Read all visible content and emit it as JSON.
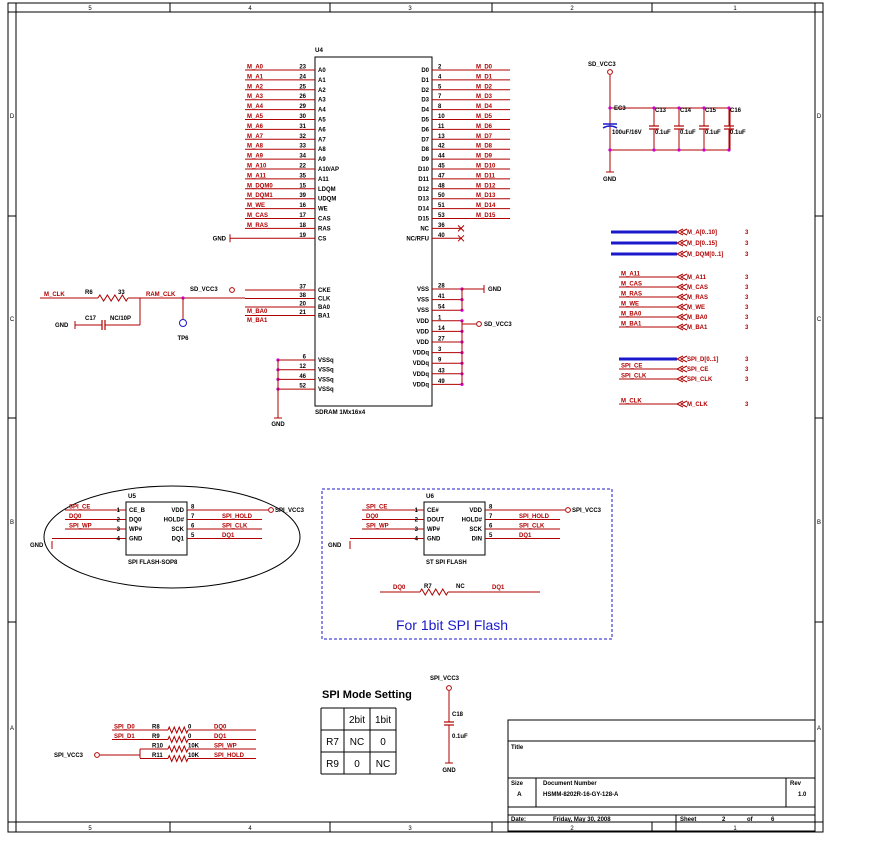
{
  "border": {
    "cols_top": [
      "5",
      "4",
      "3",
      "2",
      "1"
    ],
    "cols_bottom": [
      "5",
      "4",
      "3",
      "2",
      "1"
    ],
    "rows_left": [
      "D",
      "C",
      "B",
      "A"
    ],
    "rows_right": [
      "D",
      "C",
      "B",
      "A"
    ]
  },
  "u4": {
    "ref": "U4",
    "part": "SDRAM 1Mx16x4",
    "left_pins": [
      {
        "net": "M_A0",
        "num": "23",
        "name": "A0"
      },
      {
        "net": "M_A1",
        "num": "24",
        "name": "A1"
      },
      {
        "net": "M_A2",
        "num": "25",
        "name": "A2"
      },
      {
        "net": "M_A3",
        "num": "26",
        "name": "A3"
      },
      {
        "net": "M_A4",
        "num": "29",
        "name": "A4"
      },
      {
        "net": "M_A5",
        "num": "30",
        "name": "A5"
      },
      {
        "net": "M_A6",
        "num": "31",
        "name": "A6"
      },
      {
        "net": "M_A7",
        "num": "32",
        "name": "A7"
      },
      {
        "net": "M_A8",
        "num": "33",
        "name": "A8"
      },
      {
        "net": "M_A9",
        "num": "34",
        "name": "A9"
      },
      {
        "net": "M_A10",
        "num": "22",
        "name": "A10/AP"
      },
      {
        "net": "M_A11",
        "num": "35",
        "name": "A11"
      },
      {
        "net": "M_DQM0",
        "num": "15",
        "name": "LDQM"
      },
      {
        "net": "M_DQM1",
        "num": "39",
        "name": "UDQM"
      },
      {
        "net": "M_WE",
        "num": "16",
        "name": "WE"
      },
      {
        "net": "M_CAS",
        "num": "17",
        "name": "CAS"
      },
      {
        "net": "M_RAS",
        "num": "18",
        "name": "RAS"
      },
      {
        "net": "GND",
        "num": "19",
        "name": "CS"
      }
    ],
    "right_pins": [
      {
        "net": "M_D0",
        "num": "2",
        "name": "D0"
      },
      {
        "net": "M_D1",
        "num": "4",
        "name": "D1"
      },
      {
        "net": "M_D2",
        "num": "5",
        "name": "D2"
      },
      {
        "net": "M_D3",
        "num": "7",
        "name": "D3"
      },
      {
        "net": "M_D4",
        "num": "8",
        "name": "D4"
      },
      {
        "net": "M_D5",
        "num": "10",
        "name": "D5"
      },
      {
        "net": "M_D6",
        "num": "11",
        "name": "D6"
      },
      {
        "net": "M_D7",
        "num": "13",
        "name": "D7"
      },
      {
        "net": "M_D8",
        "num": "42",
        "name": "D8"
      },
      {
        "net": "M_D9",
        "num": "44",
        "name": "D9"
      },
      {
        "net": "M_D10",
        "num": "45",
        "name": "D10"
      },
      {
        "net": "M_D11",
        "num": "47",
        "name": "D11"
      },
      {
        "net": "M_D12",
        "num": "48",
        "name": "D12"
      },
      {
        "net": "M_D13",
        "num": "50",
        "name": "D13"
      },
      {
        "net": "M_D14",
        "num": "51",
        "name": "D14"
      },
      {
        "net": "M_D15",
        "num": "53",
        "name": "D15"
      },
      {
        "net": "",
        "num": "36",
        "name": "NC"
      },
      {
        "net": "",
        "num": "40",
        "name": "NC/RFU"
      }
    ],
    "ctrl_pins": [
      {
        "num": "37",
        "name": "CKE"
      },
      {
        "num": "38",
        "name": "CLK"
      },
      {
        "num": "20",
        "name": "BA0"
      },
      {
        "num": "21",
        "name": "BA1"
      }
    ],
    "ctrl_nets": [
      "SD_VCC3",
      "RAM_CLK",
      "M_BA0",
      "M_BA1"
    ],
    "vssq_pins": [
      {
        "num": "6",
        "name": "VSSq"
      },
      {
        "num": "12",
        "name": "VSSq"
      },
      {
        "num": "46",
        "name": "VSSq"
      },
      {
        "num": "52",
        "name": "VSSq"
      }
    ],
    "power_pins": [
      {
        "num": "28",
        "name": "VSS"
      },
      {
        "num": "41",
        "name": "VSS"
      },
      {
        "num": "54",
        "name": "VSS"
      },
      {
        "num": "1",
        "name": "VDD"
      },
      {
        "num": "14",
        "name": "VDD"
      },
      {
        "num": "27",
        "name": "VDD"
      },
      {
        "num": "3",
        "name": "VDDq"
      },
      {
        "num": "9",
        "name": "VDDq"
      },
      {
        "num": "43",
        "name": "VDDq"
      },
      {
        "num": "49",
        "name": "VDDq"
      }
    ],
    "gnd": "GND",
    "vcc": "SD_VCC3",
    "gnd_cs": "GND"
  },
  "clock": {
    "net_in": "M_CLK",
    "r6_ref": "R6",
    "r6_val": "33",
    "c17_ref": "C17",
    "c17_val": "NC/10P",
    "tp": "TP6",
    "gnd": "GND"
  },
  "decoupling": {
    "vcc": "SD_VCC3",
    "ec3_ref": "EC3",
    "ec3_val": "100uF/16V",
    "caps": [
      {
        "ref": "C13",
        "val": "0.1uF"
      },
      {
        "ref": "C14",
        "val": "0.1uF"
      },
      {
        "ref": "C15",
        "val": "0.1uF"
      },
      {
        "ref": "C16",
        "val": "0.1uF"
      }
    ],
    "gnd": "GND"
  },
  "ports": {
    "bus": [
      {
        "name": "M_A[0..10]",
        "sheet": "3"
      },
      {
        "name": "M_D[0..15]",
        "sheet": "3"
      },
      {
        "name": "M_DQM[0..1]",
        "sheet": "3"
      }
    ],
    "signals": [
      {
        "net": "M_A11",
        "name": "M_A11",
        "sheet": "3"
      },
      {
        "net": "M_CAS",
        "name": "M_CAS",
        "sheet": "3"
      },
      {
        "net": "M_RAS",
        "name": "M_RAS",
        "sheet": "3"
      },
      {
        "net": "M_WE",
        "name": "M_WE",
        "sheet": "3"
      },
      {
        "net": "M_BA0",
        "name": "M_BA0",
        "sheet": "3"
      },
      {
        "net": "M_BA1",
        "name": "M_BA1",
        "sheet": "3"
      }
    ],
    "spi": [
      {
        "net": "",
        "name": "SPI_D[0..1]",
        "sheet": "3"
      },
      {
        "net": "SPI_CE",
        "name": "SPI_CE",
        "sheet": "3"
      },
      {
        "net": "SPI_CLK",
        "name": "SPI_CLK",
        "sheet": "3"
      }
    ],
    "clk": {
      "net": "M_CLK",
      "name": "M_CLK",
      "sheet": "3"
    }
  },
  "u5": {
    "ref": "U5",
    "part": "SPI FLASH-SOP8",
    "left": [
      {
        "net": "SPI_CE",
        "num": "1",
        "name": "CE_B"
      },
      {
        "net": "DQ0",
        "num": "2",
        "name": "DQ0"
      },
      {
        "net": "SPI_WP",
        "num": "3",
        "name": "WP#"
      },
      {
        "net": "",
        "num": "4",
        "name": "GND"
      }
    ],
    "right": [
      {
        "net": "",
        "num": "8",
        "name": "VDD"
      },
      {
        "net": "SPI_HOLD",
        "num": "7",
        "name": "HOLD#"
      },
      {
        "net": "SPI_CLK",
        "num": "6",
        "name": "SCK"
      },
      {
        "net": "DQ1",
        "num": "5",
        "name": "DQ1"
      }
    ],
    "vcc": "SPI_VCC3",
    "gnd": "GND"
  },
  "u6": {
    "ref": "U6",
    "part": "ST SPI FLASH",
    "left": [
      {
        "net": "SPI_CE",
        "num": "1",
        "name": "CE#"
      },
      {
        "net": "DQ0",
        "num": "2",
        "name": "DOUT"
      },
      {
        "net": "SPI_WP",
        "num": "3",
        "name": "WP#"
      },
      {
        "net": "",
        "num": "4",
        "name": "GND"
      }
    ],
    "right": [
      {
        "net": "",
        "num": "8",
        "name": "VDD"
      },
      {
        "net": "SPI_HOLD",
        "num": "7",
        "name": "HOLD#"
      },
      {
        "net": "SPI_CLK",
        "num": "6",
        "name": "SCK"
      },
      {
        "net": "DQ1",
        "num": "5",
        "name": "DIN"
      }
    ],
    "vcc": "SPI_VCC3",
    "gnd": "GND",
    "r7": {
      "left": "DQ0",
      "ref": "R7",
      "val": "NC",
      "right": "DQ1"
    },
    "caption": "For 1bit SPI Flash"
  },
  "spi_mode": {
    "title": "SPI Mode Setting",
    "headers": [
      "",
      "2bit",
      "1bit"
    ],
    "rows": [
      [
        "R7",
        "NC",
        "0"
      ],
      [
        "R9",
        "0",
        "NC"
      ]
    ]
  },
  "spi_res": {
    "vcc": "SPI_VCC3",
    "rows": [
      {
        "left": "SPI_D0",
        "ref": "R8",
        "val": "0",
        "right": "DQ0"
      },
      {
        "left": "SPI_D1",
        "ref": "R9",
        "val": "0",
        "right": "DQ1"
      },
      {
        "left": "",
        "ref": "R10",
        "val": "10K",
        "right": "SPI_WP"
      },
      {
        "left": "",
        "ref": "R11",
        "val": "10K",
        "right": "SPI_HOLD"
      }
    ]
  },
  "c18": {
    "vcc": "SPI_VCC3",
    "ref": "C18",
    "val": "0.1uF",
    "gnd": "GND"
  },
  "title_block": {
    "title_label": "Title",
    "size_label": "Size",
    "size": "A",
    "docnum_label": "Document Number",
    "docnum": "HSMM-8202R-16-GY-128-A",
    "rev_label": "Rev",
    "rev": "1.0",
    "date_label": "Date:",
    "date": "Friday, May 30, 2008",
    "sheet_label": "Sheet",
    "sheet": "2",
    "of_label": "of",
    "total": "6"
  }
}
